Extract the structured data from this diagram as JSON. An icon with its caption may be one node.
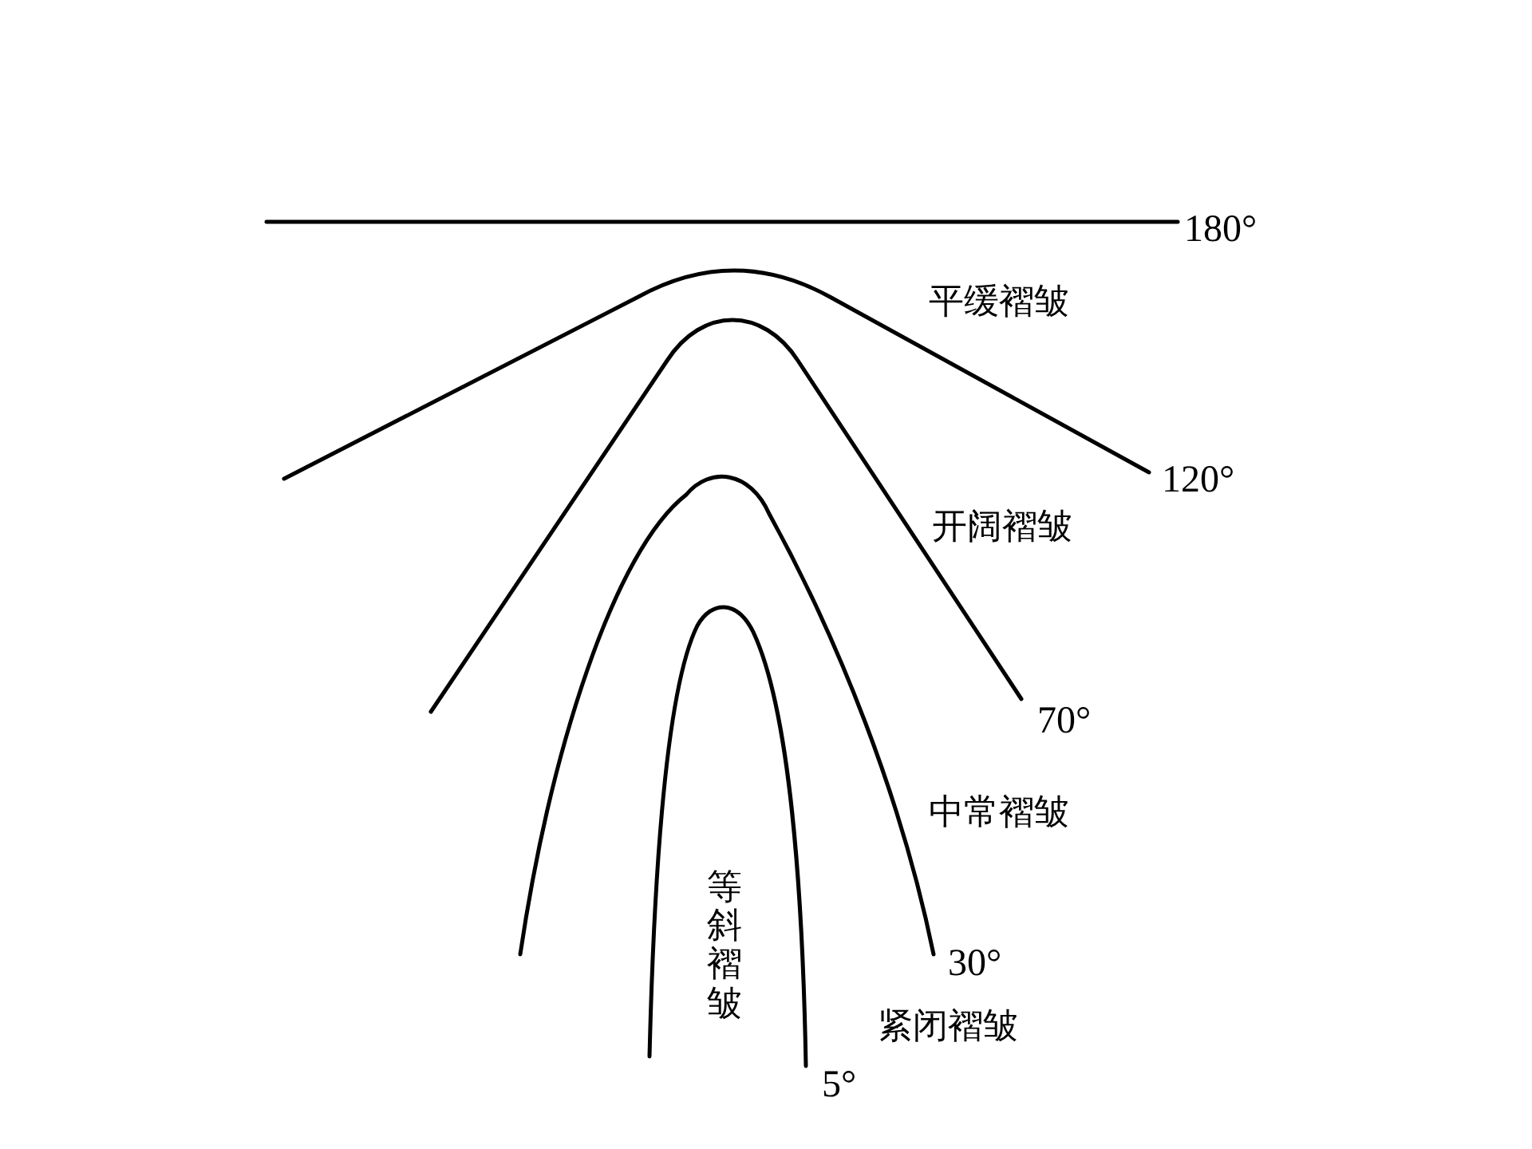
{
  "diagram": {
    "labels": [
      "180°",
      "平缓褶皱",
      "120°",
      "开阔褶皱",
      "70°",
      "中常褶皱",
      "30°",
      "等斜褶皱",
      "紧闭褶皱",
      "5°"
    ]
  }
}
